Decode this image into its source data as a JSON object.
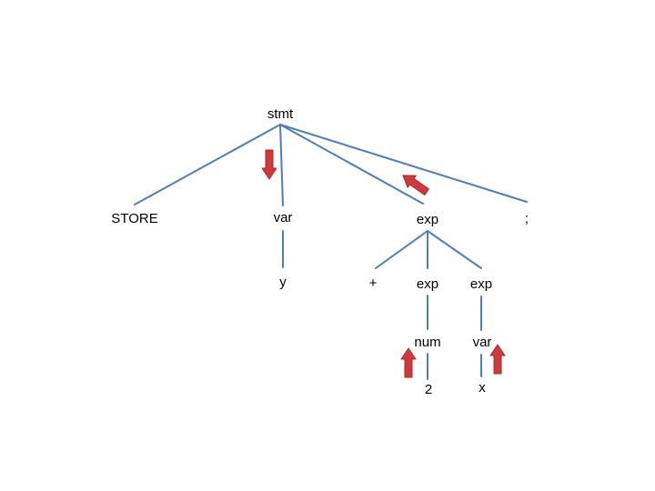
{
  "tree": {
    "nodes": [
      {
        "id": "stmt",
        "label": "stmt"
      },
      {
        "id": "store",
        "label": "STORE"
      },
      {
        "id": "var-top",
        "label": "var"
      },
      {
        "id": "exp-top",
        "label": "exp"
      },
      {
        "id": "semicolon",
        "label": ";"
      },
      {
        "id": "y",
        "label": "y"
      },
      {
        "id": "plus",
        "label": "+"
      },
      {
        "id": "exp-left",
        "label": "exp"
      },
      {
        "id": "exp-right",
        "label": "exp"
      },
      {
        "id": "num",
        "label": "num"
      },
      {
        "id": "var-bottom",
        "label": "var"
      },
      {
        "id": "two",
        "label": "2"
      },
      {
        "id": "x",
        "label": "x"
      }
    ],
    "edges": [
      {
        "from": "stmt",
        "to": "store"
      },
      {
        "from": "stmt",
        "to": "var-top"
      },
      {
        "from": "stmt",
        "to": "exp-top"
      },
      {
        "from": "stmt",
        "to": "semicolon"
      },
      {
        "from": "var-top",
        "to": "y"
      },
      {
        "from": "exp-top",
        "to": "plus"
      },
      {
        "from": "exp-top",
        "to": "exp-left"
      },
      {
        "from": "exp-top",
        "to": "exp-right"
      },
      {
        "from": "exp-left",
        "to": "num"
      },
      {
        "from": "exp-right",
        "to": "var-bottom"
      },
      {
        "from": "num",
        "to": "two"
      },
      {
        "from": "var-bottom",
        "to": "x"
      }
    ],
    "arrows": [
      {
        "id": "arrow-down-var",
        "direction": "down"
      },
      {
        "id": "arrow-up-left-exp",
        "direction": "up-left"
      },
      {
        "id": "arrow-up-num",
        "direction": "up"
      },
      {
        "id": "arrow-up-var",
        "direction": "up"
      }
    ]
  },
  "colors": {
    "edge": "#4F7DB8",
    "arrow_fill": "#D0393C",
    "arrow_stroke": "#A92A2D",
    "text": "#000000"
  }
}
